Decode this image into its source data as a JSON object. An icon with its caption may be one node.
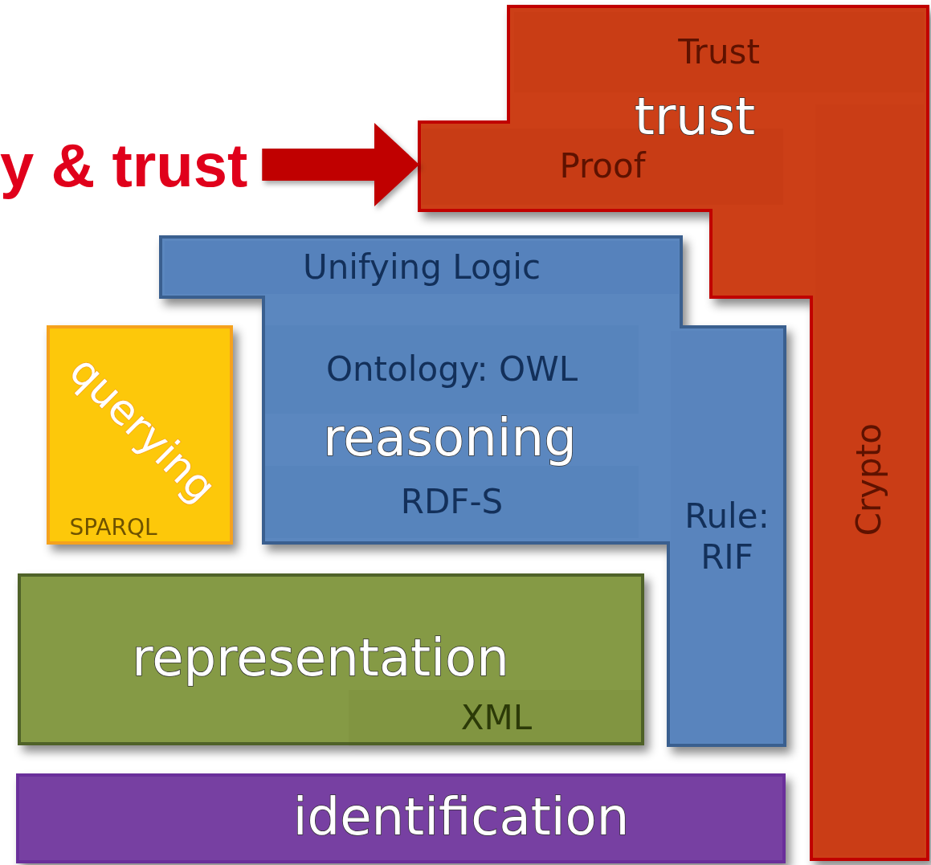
{
  "diagram": {
    "nodes": [
      {
        "text": [
          "y & trust"
        ]
      },
      {
        "text": [
          "trust"
        ]
      },
      {
        "text": [
          "Trust"
        ],
        "in": 1
      },
      {
        "text": [
          "Proof"
        ],
        "in": 1
      },
      {
        "text": [
          "Crypto"
        ],
        "in": 1
      },
      {
        "text": [
          "reasoning"
        ]
      },
      {
        "text": [
          "Unifying Logic"
        ],
        "in": 5
      },
      {
        "text": [
          "Ontology: OWL"
        ],
        "in": 5
      },
      {
        "text": [
          "RDF-S"
        ],
        "in": 5
      },
      {
        "text": [
          "Rule: RIF"
        ],
        "in": 5
      },
      {
        "text": [
          "querying"
        ]
      },
      {
        "text": [
          "SPARQL"
        ],
        "in": 10
      },
      {
        "text": [
          "representation"
        ]
      },
      {
        "text": [
          "XML"
        ],
        "in": 12
      },
      {
        "text": [
          "identification"
        ]
      }
    ],
    "edges": [
      {
        "from": 0,
        "to": 1,
        "arrow": "to"
      }
    ]
  }
}
